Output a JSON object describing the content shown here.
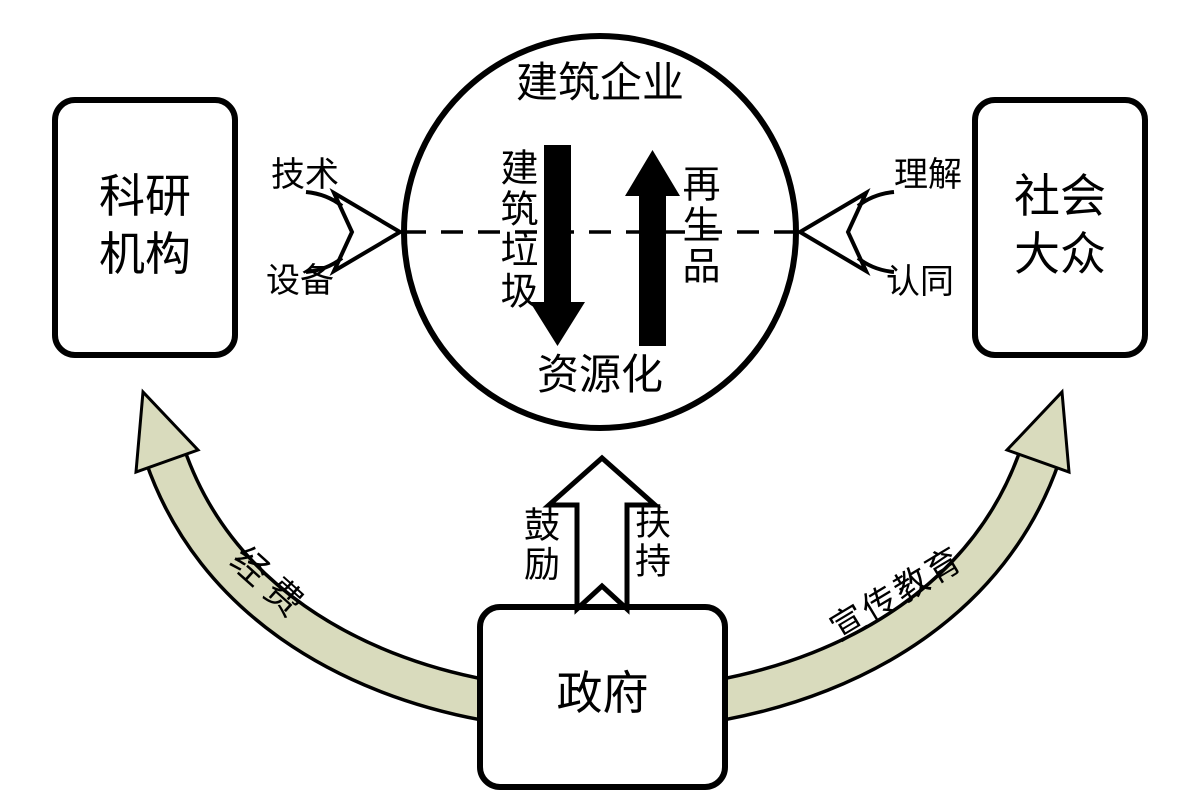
{
  "center": {
    "top": "建筑企业",
    "bottom": "资源化",
    "down_label": "建筑垃圾",
    "up_label": "再生品"
  },
  "left_box": {
    "line1": "科研",
    "line2": "机构"
  },
  "right_box": {
    "line1": "社会",
    "line2": "大众"
  },
  "bottom_box": {
    "label": "政府"
  },
  "left_arrow": {
    "top": "技术",
    "bottom": "设备"
  },
  "right_arrow": {
    "top": "理解",
    "bottom": "认同"
  },
  "up_arrow": {
    "left": "鼓励",
    "right": "扶持"
  },
  "curves": {
    "left_label": "经费",
    "right_label": "宣传教育"
  },
  "colors": {
    "curve_fill": "#d9dbbd",
    "outline": "#000000",
    "background": "#ffffff"
  }
}
